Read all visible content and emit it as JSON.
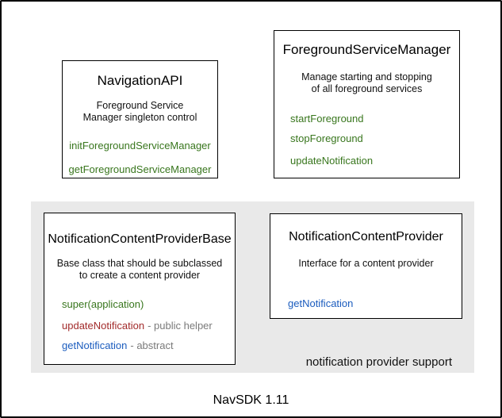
{
  "colors": {
    "method_green": "#38761d",
    "method_red": "#a22b2b",
    "method_blue": "#1b5cbe",
    "muted_gray": "#7a7a7a",
    "panel_gray": "#e9e9e9",
    "border": "#000000",
    "background": "#ffffff"
  },
  "footer": "NavSDK 1.11",
  "group_label": "notification provider support",
  "boxes": {
    "navigation_api": {
      "title": "NavigationAPI",
      "description_line1": "Foreground Service",
      "description_line2": "Manager singleton control",
      "methods": [
        {
          "label": "initForegroundServiceManager",
          "color": "green"
        },
        {
          "label": "getForegroundServiceManager",
          "color": "green"
        }
      ]
    },
    "foreground_service_manager": {
      "title": "ForegroundServiceManager",
      "description_line1": "Manage starting and stopping",
      "description_line2": "of all foreground services",
      "methods": [
        {
          "label": "startForeground",
          "color": "green"
        },
        {
          "label": "stopForeground",
          "color": "green"
        },
        {
          "label": "updateNotification",
          "color": "green"
        }
      ]
    },
    "notification_content_provider_base": {
      "title": "NotificationContentProviderBase",
      "description_line1": "Base class that should be subclassed",
      "description_line2": "to create a content provider",
      "methods": [
        {
          "label": "super(application)",
          "suffix": "",
          "color": "green"
        },
        {
          "label": "updateNotification",
          "suffix": "- public helper",
          "color": "red"
        },
        {
          "label": "getNotification",
          "suffix": "- abstract",
          "color": "blue"
        }
      ]
    },
    "notification_content_provider": {
      "title": "NotificationContentProvider",
      "description_line1": "Interface for a content provider",
      "methods": [
        {
          "label": "getNotification",
          "suffix": "",
          "color": "blue"
        }
      ]
    }
  }
}
